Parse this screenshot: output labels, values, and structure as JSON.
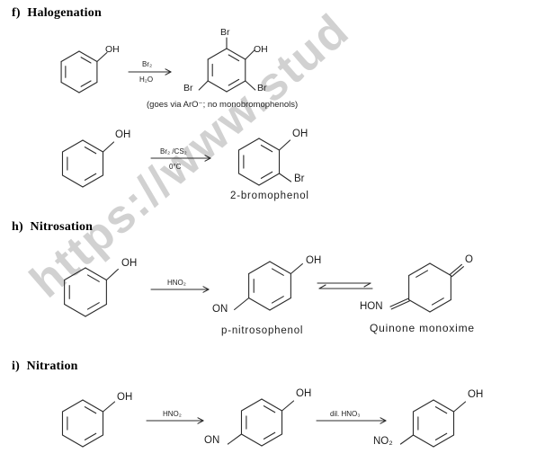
{
  "watermark": {
    "text": "https://www.stud",
    "color": "#c9c9c9"
  },
  "sections": {
    "halogenation": {
      "heading": "f) Halogenation"
    },
    "nitrosation": {
      "heading": "h) Nitrosation"
    },
    "nitration": {
      "heading": "i) Nitration"
    }
  },
  "reagents": {
    "br2": "Br₂",
    "h2o": "H₂O",
    "br2_cs2": "Br₂ /CS₂",
    "temp_0c": "0°C",
    "hno2": "HNO₂",
    "dil_hno3": "dil. HNO₃"
  },
  "atoms": {
    "oh": "OH",
    "br": "Br",
    "on": "ON",
    "no2": "NO₂",
    "hon": "HON",
    "o": "O"
  },
  "notes": {
    "halogenation_note": "(goes via ArO⁻; no monobromophenols)"
  },
  "products": {
    "bromophenol": "2-bromophenol",
    "p_nitrosophenol": "p-nitrosophenol",
    "quinone_monoxime": "Quinone monoxime"
  }
}
